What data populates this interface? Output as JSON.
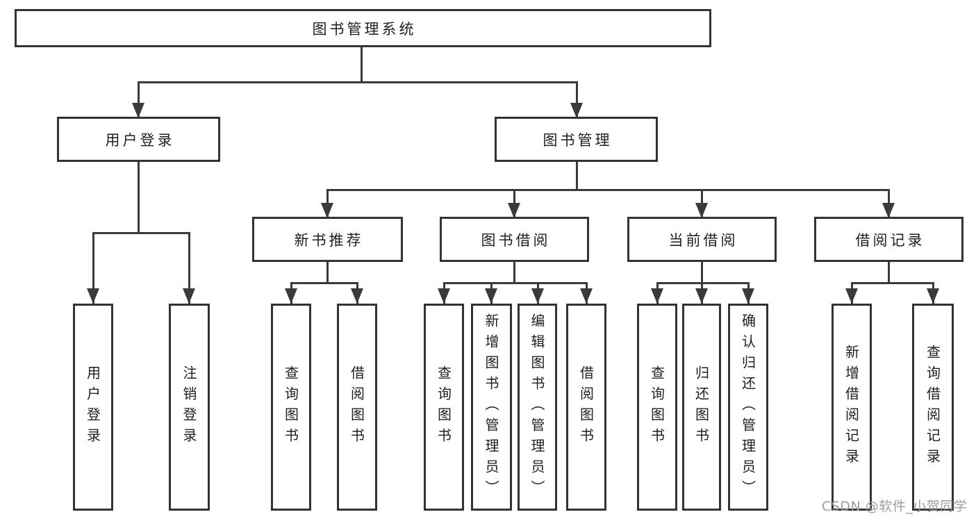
{
  "diagram": {
    "watermark": "CSDN @软件_小贺同学",
    "colors": {
      "line": "#3a3a3a",
      "box_border": "#333333",
      "text": "#1f1f1f",
      "watermark": "#9c9c9c",
      "background": "#ffffff"
    },
    "nodes": [
      {
        "id": "root",
        "label": "图书管理系统",
        "parent": null
      },
      {
        "id": "user-login",
        "label": "用户登录",
        "parent": "root"
      },
      {
        "id": "book-mgmt",
        "label": "图书管理",
        "parent": "root"
      },
      {
        "id": "leaf-user-login",
        "label": "用户登录",
        "parent": "user-login"
      },
      {
        "id": "leaf-logout",
        "label": "注销登录",
        "parent": "user-login"
      },
      {
        "id": "new-book-rec",
        "label": "新书推荐",
        "parent": "book-mgmt"
      },
      {
        "id": "book-borrow",
        "label": "图书借阅",
        "parent": "book-mgmt"
      },
      {
        "id": "current-borrow",
        "label": "当前借阅",
        "parent": "book-mgmt"
      },
      {
        "id": "borrow-records",
        "label": "借阅记录",
        "parent": "book-mgmt"
      },
      {
        "id": "nbr-query-book",
        "label": "查询图书",
        "parent": "new-book-rec"
      },
      {
        "id": "nbr-borrow-book",
        "label": "借阅图书",
        "parent": "new-book-rec"
      },
      {
        "id": "bb-query-book",
        "label": "查询图书",
        "parent": "book-borrow"
      },
      {
        "id": "bb-add-book",
        "label": "新增图书（管理员）",
        "parent": "book-borrow"
      },
      {
        "id": "bb-edit-book",
        "label": "编辑图书（管理员）",
        "parent": "book-borrow"
      },
      {
        "id": "bb-borrow-book",
        "label": "借阅图书",
        "parent": "book-borrow"
      },
      {
        "id": "cb-query-book",
        "label": "查询图书",
        "parent": "current-borrow"
      },
      {
        "id": "cb-return-book",
        "label": "归还图书",
        "parent": "current-borrow"
      },
      {
        "id": "cb-confirm-return",
        "label": "确认归还（管理员）",
        "parent": "current-borrow"
      },
      {
        "id": "br-add-record",
        "label": "新增借阅记录",
        "parent": "borrow-records"
      },
      {
        "id": "br-query-record",
        "label": "查询借阅记录",
        "parent": "borrow-records"
      }
    ]
  }
}
